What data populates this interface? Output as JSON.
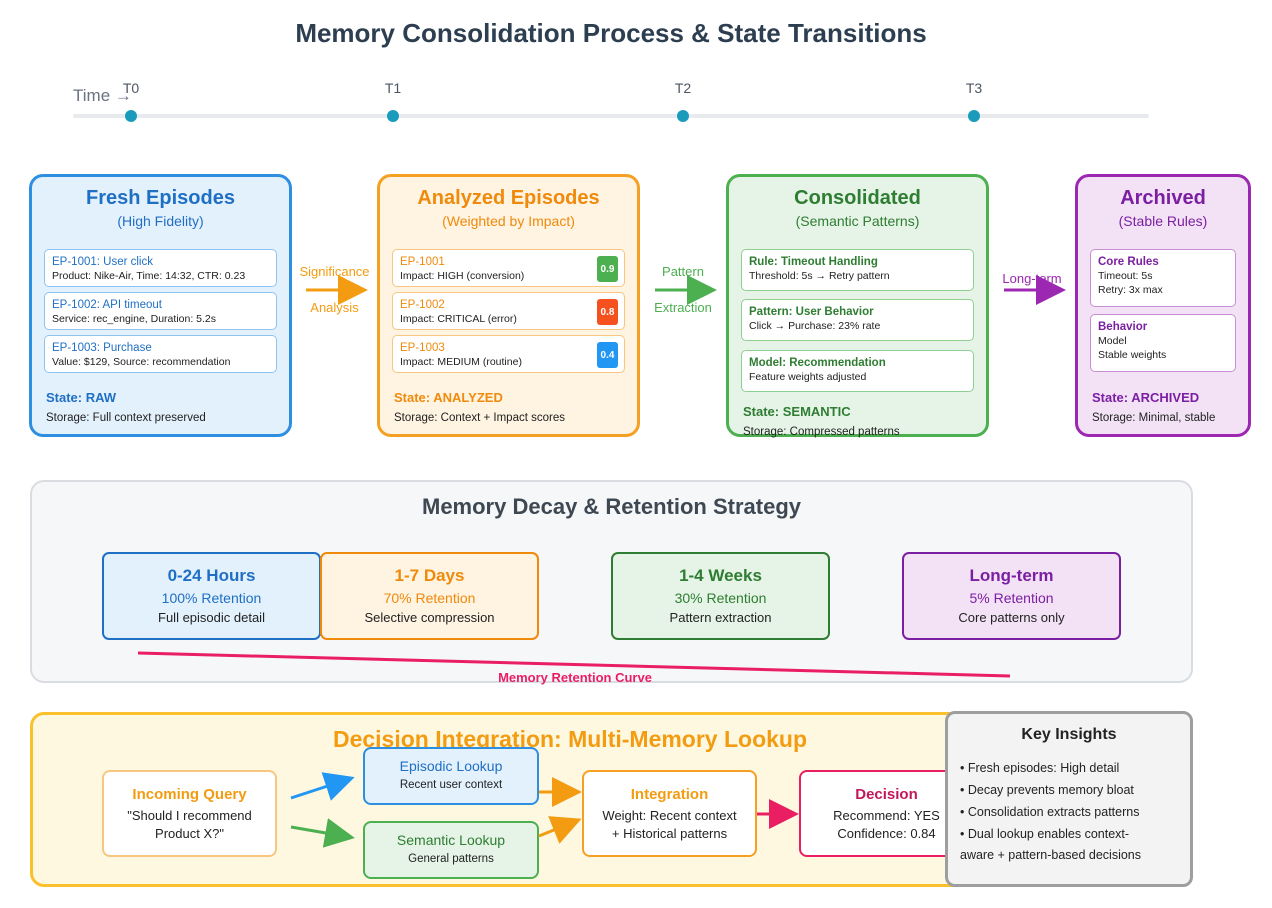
{
  "title": "Memory Consolidation Process & State Transitions",
  "timeline": {
    "label": "Time →",
    "ticks": [
      "T0",
      "T1",
      "T2",
      "T3"
    ]
  },
  "states": [
    {
      "title": "Fresh Episodes",
      "subtitle": "(High Fidelity)",
      "items": [
        {
          "title": "EP-1001: User click",
          "detail": "Product: Nike-Air, Time: 14:32, CTR: 0.23"
        },
        {
          "title": "EP-1002: API timeout",
          "detail": "Service: rec_engine, Duration: 5.2s"
        },
        {
          "title": "EP-1003: Purchase",
          "detail": "Value: $129, Source: recommendation"
        }
      ],
      "state": "State: RAW",
      "storage": "Storage: Full context preserved"
    },
    {
      "title": "Analyzed Episodes",
      "subtitle": "(Weighted by Impact)",
      "items": [
        {
          "title": "EP-1001",
          "detail": "Impact: HIGH (conversion)",
          "score": "0.9",
          "score_color": "#4caf50"
        },
        {
          "title": "EP-1002",
          "detail": "Impact: CRITICAL (error)",
          "score": "0.8",
          "score_color": "#f4511e"
        },
        {
          "title": "EP-1003",
          "detail": "Impact: MEDIUM (routine)",
          "score": "0.4",
          "score_color": "#2196f3"
        }
      ],
      "state": "State: ANALYZED",
      "storage": "Storage: Context + Impact scores"
    },
    {
      "title": "Consolidated",
      "subtitle": "(Semantic Patterns)",
      "items": [
        {
          "title": "Rule: Timeout Handling",
          "detail": "Threshold: 5s → Retry pattern"
        },
        {
          "title": "Pattern: User Behavior",
          "detail": "Click → Purchase: 23% rate"
        },
        {
          "title": "Model: Recommendation",
          "detail": "Feature weights adjusted"
        }
      ],
      "state": "State: SEMANTIC",
      "storage": "Storage: Compressed patterns"
    },
    {
      "title": "Archived",
      "subtitle": "(Stable Rules)",
      "items": [
        {
          "title": "Core Rules",
          "detail1": "Timeout: 5s",
          "detail2": "Retry: 3x max"
        },
        {
          "title": "Behavior",
          "detail1": "Model",
          "detail2": "Stable weights"
        }
      ],
      "state": "State: ARCHIVED",
      "storage": "Storage: Minimal, stable"
    }
  ],
  "transitions": [
    {
      "line1": "Significance",
      "line2": "Analysis",
      "color": "#f39c12"
    },
    {
      "line1": "Pattern",
      "line2": "Extraction",
      "color": "#4caf50"
    },
    {
      "line1": "Long-term",
      "color": "#9c27b0"
    }
  ],
  "decay": {
    "title": "Memory Decay & Retention Strategy",
    "boxes": [
      {
        "period": "0-24 Hours",
        "retention": "100% Retention",
        "desc": "Full episodic detail"
      },
      {
        "period": "1-7 Days",
        "retention": "70% Retention",
        "desc": "Selective compression"
      },
      {
        "period": "1-4 Weeks",
        "retention": "30% Retention",
        "desc": "Pattern extraction"
      },
      {
        "period": "Long-term",
        "retention": "5% Retention",
        "desc": "Core patterns only"
      }
    ],
    "curve_label": "Memory Retention Curve",
    "curve_color": "#e91e63"
  },
  "decision": {
    "title": "Decision Integration: Multi-Memory Lookup",
    "query": {
      "title": "Incoming Query",
      "line1": "\"Should I recommend",
      "line2": "Product X?\""
    },
    "episodic": {
      "title": "Episodic Lookup",
      "desc": "Recent user context"
    },
    "semantic": {
      "title": "Semantic Lookup",
      "desc": "General patterns"
    },
    "integration": {
      "title": "Integration",
      "line1": "Weight: Recent context",
      "line2": "+ Historical patterns"
    },
    "result": {
      "title": "Decision",
      "line1": "Recommend: YES",
      "line2": "Confidence: 0.84"
    }
  },
  "insights": {
    "title": "Key Insights",
    "items": [
      "• Fresh episodes: High detail",
      "• Decay prevents memory bloat",
      "• Consolidation extracts patterns",
      "• Dual lookup enables context-",
      "aware + pattern-based decisions"
    ]
  }
}
